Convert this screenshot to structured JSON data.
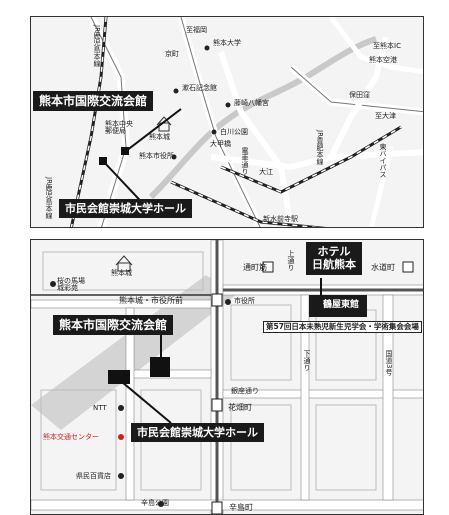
{
  "map1": {
    "labels": {
      "jr_line": "JR鹿児島本線",
      "fukuoka": "至福岡",
      "kyomachi": "京町",
      "kumamoto_univ": "熊本大学",
      "kumamoto_ic": "至熊本IC",
      "kumamoto_airport": "熊本空港",
      "soseki": "漱石記念館",
      "fujisaki": "藤崎八幡宮",
      "hodaji": "保田窪",
      "kumamoto_chuo_post": "熊本中央\n郵便局",
      "kumamoto_castle": "熊本城",
      "city_hall": "熊本市役所",
      "shirakawa_park": "白川公園",
      "ozu": "至大津",
      "oekoe": "大甲橋",
      "higashi_bypass": "東バイパス",
      "jr_hohi": "JR豊肥本線",
      "oe": "大江",
      "jr_line2": "JR鹿児島本線",
      "shinsuizenji": "新水前寺駅",
      "dento": "電車通り"
    },
    "callout_kokusai": "熊本市国際交流会館",
    "callout_hall": "市民会館崇城大学ホール"
  },
  "map2": {
    "labels": {
      "sakura_baba": "桜の馬場\n城彩苑",
      "kumamoto_castle": "熊本城",
      "josyo_stop": "熊本城・市役所前",
      "city_hall": "市役所",
      "ntt": "NTT",
      "kotsu_center": "熊本交通センター",
      "kenmin_dept": "県民百貨店",
      "ginza": "銀座通り",
      "hanabata": "花畑町",
      "shimotori": "下通り",
      "kokudo": "国道3号",
      "karashima_park": "辛島公園",
      "karashima": "辛島町",
      "tsuboisuji": "通町筋",
      "suidocho": "水道町",
      "kamitori": "上通り"
    },
    "hotel": "ホテル\n日航熊本",
    "tsurugaden": "鶴屋東館",
    "conference": "第57回日本未熟児新生児学会・学術集会会場",
    "callout_kokusai": "熊本市国際交流会館",
    "callout_hall": "市民会館崇城大学ホール"
  }
}
